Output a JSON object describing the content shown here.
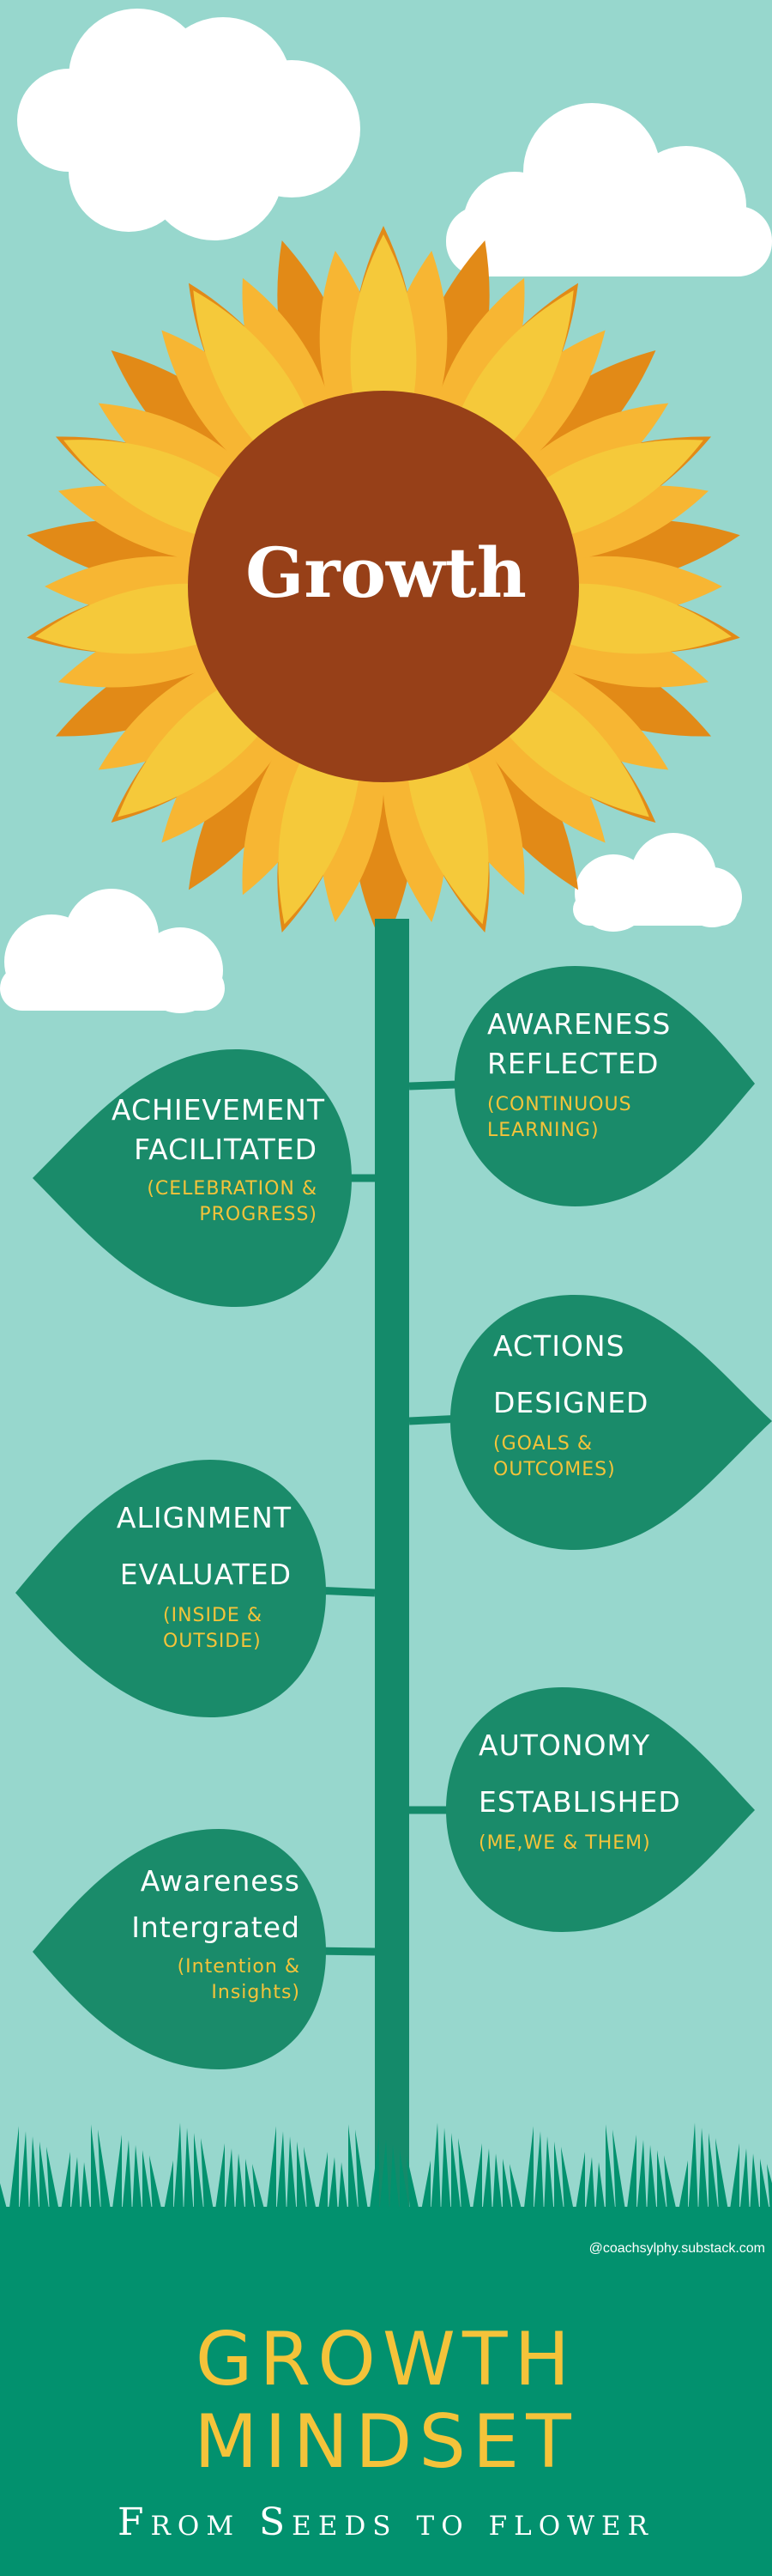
{
  "center_label": "Growth",
  "leaves": [
    {
      "title_lines": [
        "Awareness",
        "Reflected"
      ],
      "subtitle_lines": [
        "(Continuous",
        "learning)"
      ]
    },
    {
      "title_lines": [
        "Achievement",
        "Facilitated"
      ],
      "subtitle_lines": [
        "(Celebration &",
        "progress)"
      ]
    },
    {
      "title_lines": [
        "Actions",
        "Designed"
      ],
      "subtitle_lines": [
        "(Goals &",
        "outcomes)"
      ]
    },
    {
      "title_lines": [
        "Alignment",
        "Evaluated"
      ],
      "subtitle_lines": [
        "(Inside &",
        "outside)"
      ]
    },
    {
      "title_lines": [
        "Autonomy",
        "Established"
      ],
      "subtitle_lines": [
        "(Me,We & Them)"
      ]
    },
    {
      "title_lines": [
        "Awareness",
        "Intergrated"
      ],
      "subtitle_lines": [
        "(Intention &",
        "Insights)"
      ]
    }
  ],
  "credit": "@coachsylphy.substack.com",
  "footer": {
    "title_line1": "GROWTH",
    "title_line2": "MINDSET",
    "subtitle": "From Seeds to flower"
  },
  "colors": {
    "sky": "#97d7cd",
    "cloud": "#ffffff",
    "petal_dark": "#e28a17",
    "petal_mid": "#f7b633",
    "petal_light": "#f5c93a",
    "flower_center": "#974018",
    "leaf": "#1a8b6a",
    "stem": "#148a6a",
    "ground": "#02916e",
    "accent_text": "#f4c33a"
  }
}
